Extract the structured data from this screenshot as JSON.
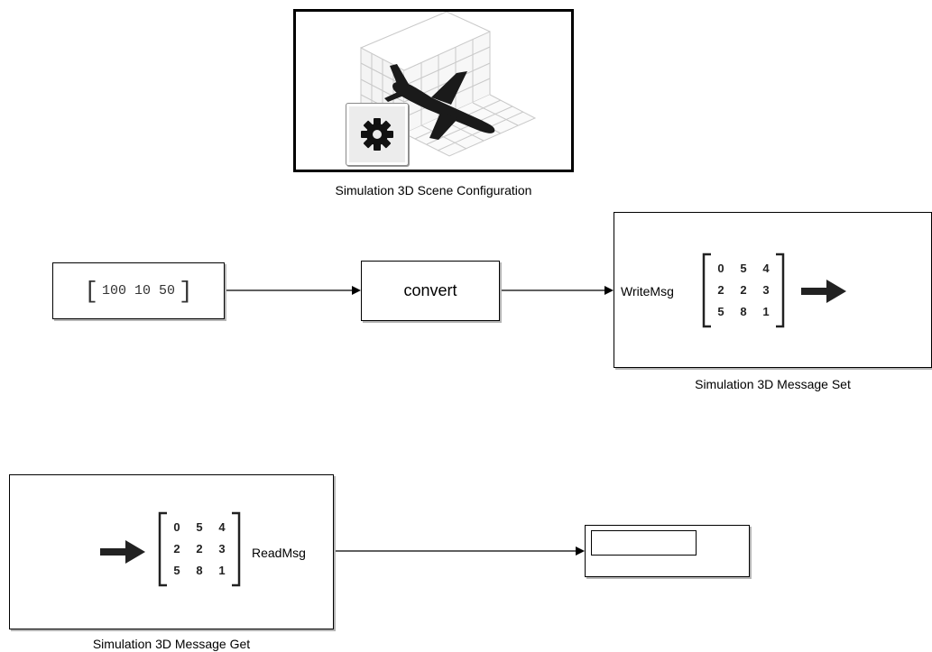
{
  "scene_config": {
    "caption": "Simulation 3D Scene Configuration",
    "icon": "airplane-grid-gear-icon"
  },
  "constant": {
    "value": "100 10 50"
  },
  "convert": {
    "label": "convert"
  },
  "msg_set": {
    "port_label": "WriteMsg",
    "caption": "Simulation 3D Message Set",
    "matrix": [
      [
        "0",
        "5",
        "4"
      ],
      [
        "2",
        "2",
        "3"
      ],
      [
        "5",
        "8",
        "1"
      ]
    ]
  },
  "msg_get": {
    "port_label": "ReadMsg",
    "caption": "Simulation 3D Message Get",
    "matrix": [
      [
        "0",
        "5",
        "4"
      ],
      [
        "2",
        "2",
        "3"
      ],
      [
        "5",
        "8",
        "1"
      ]
    ]
  },
  "display": {
    "value": ""
  }
}
